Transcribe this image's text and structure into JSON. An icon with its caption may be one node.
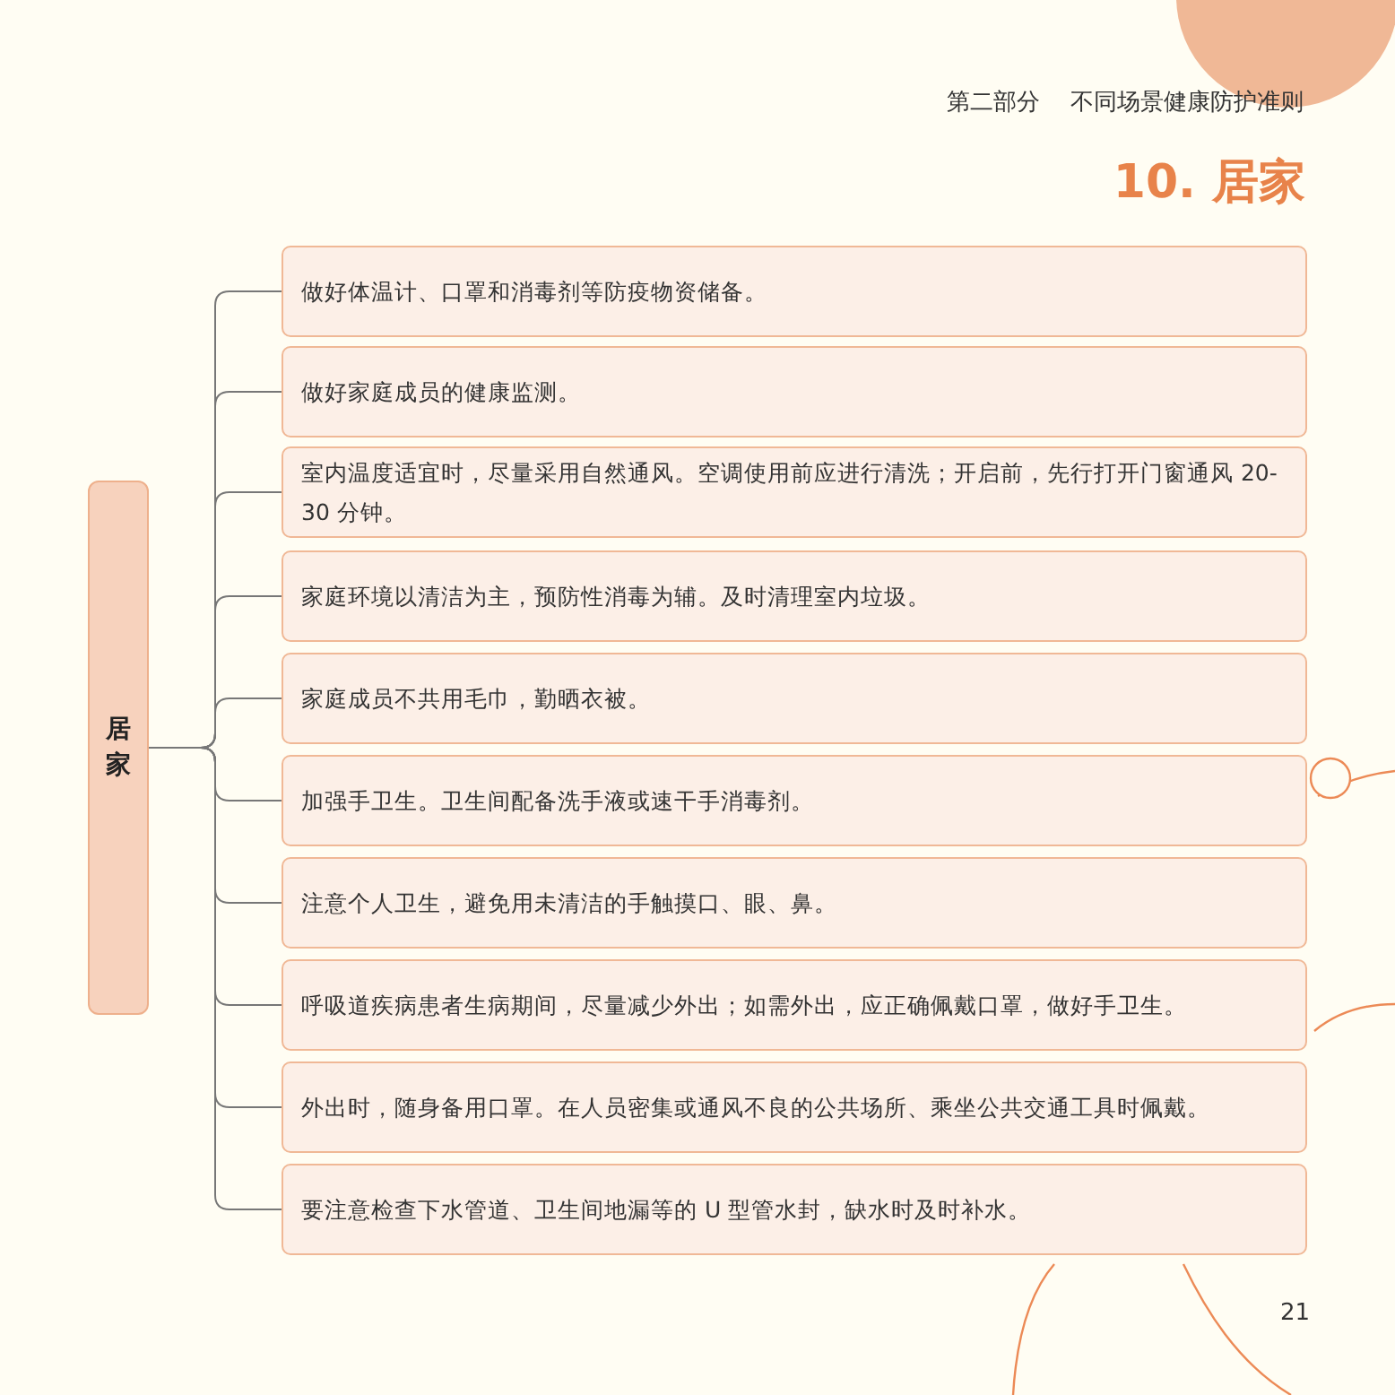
{
  "diagram": {
    "title": "10. 居家",
    "nodes": [
      {
        "text": [
          "居家"
        ]
      },
      {
        "text": [
          "做好体温计、口罩和消毒剂等防疫物资储备。"
        ]
      },
      {
        "text": [
          "做好家庭成员的健康监测。"
        ]
      },
      {
        "text": [
          "室内温度适宜时，尽量采用自然通风。空调使用前应进行清洗；开启前，先行打开门窗通风 20-30 分钟。"
        ]
      },
      {
        "text": [
          "家庭环境以清洁为主，预防性消毒为辅。及时清理室内垃圾。"
        ]
      },
      {
        "text": [
          "家庭成员不共用毛巾，勤晒衣被。"
        ]
      },
      {
        "text": [
          "加强手卫生。卫生间配备洗手液或速干手消毒剂。"
        ]
      },
      {
        "text": [
          "注意个人卫生，避免用未清洁的手触摸口、眼、鼻。"
        ]
      },
      {
        "text": [
          "呼吸道疾病患者生病期间，尽量减少外出；如需外出，应正确佩戴口罩，做好手卫生。"
        ]
      },
      {
        "text": [
          "外出时，随身备用口罩。在人员密集或通风不良的公共场所、乘坐公共交通工具时佩戴。"
        ]
      },
      {
        "text": [
          "要注意检查下水管道、卫生间地漏等的 U 型管水封，缺水时及时补水。"
        ]
      }
    ],
    "edges": [
      {
        "from": 0,
        "to": 1,
        "arrow": "none"
      },
      {
        "from": 0,
        "to": 2,
        "arrow": "none"
      },
      {
        "from": 0,
        "to": 3,
        "arrow": "none"
      },
      {
        "from": 0,
        "to": 4,
        "arrow": "none"
      },
      {
        "from": 0,
        "to": 5,
        "arrow": "none"
      },
      {
        "from": 0,
        "to": 6,
        "arrow": "none"
      },
      {
        "from": 0,
        "to": 7,
        "arrow": "none"
      },
      {
        "from": 0,
        "to": 8,
        "arrow": "none"
      },
      {
        "from": 0,
        "to": 9,
        "arrow": "none"
      },
      {
        "from": 0,
        "to": 10,
        "arrow": "none"
      }
    ],
    "labels": [
      "第二部分",
      "不同场景健康防护准则",
      "21"
    ]
  }
}
